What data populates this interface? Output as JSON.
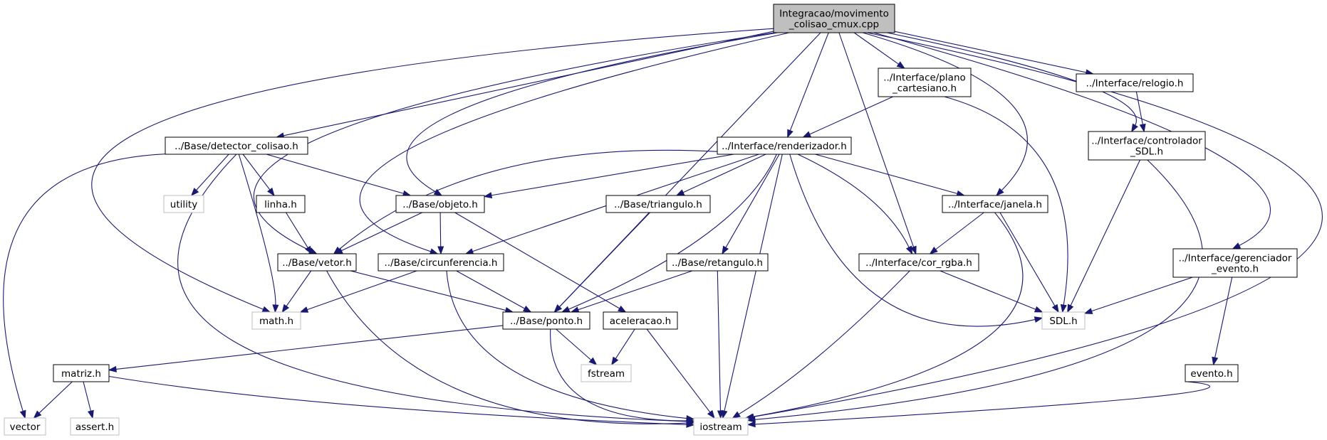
{
  "colors": {
    "edge": "#191970",
    "root_fill": "#bfbfbf",
    "root_stroke": "#000000",
    "node_stroke": "#000000",
    "system_stroke": "#bfbfbf",
    "text": "#000000"
  },
  "nodes": [
    {
      "id": "root",
      "lines": [
        "Integracao/movimento",
        "_colisao_cmux.cpp"
      ],
      "kind": "root"
    },
    {
      "id": "plano",
      "lines": [
        "../Interface/plano",
        "_cartesiano.h"
      ],
      "kind": "local"
    },
    {
      "id": "relogio",
      "lines": [
        "../Interface/relogio.h"
      ],
      "kind": "local"
    },
    {
      "id": "detector",
      "lines": [
        "../Base/detector_colisao.h"
      ],
      "kind": "local"
    },
    {
      "id": "renderizador",
      "lines": [
        "../Interface/renderizador.h"
      ],
      "kind": "local"
    },
    {
      "id": "controlador",
      "lines": [
        "../Interface/controlador",
        "_SDL.h"
      ],
      "kind": "local"
    },
    {
      "id": "utility",
      "lines": [
        "utility"
      ],
      "kind": "system"
    },
    {
      "id": "linha",
      "lines": [
        "linha.h"
      ],
      "kind": "local"
    },
    {
      "id": "objeto",
      "lines": [
        "../Base/objeto.h"
      ],
      "kind": "local"
    },
    {
      "id": "triangulo",
      "lines": [
        "../Base/triangulo.h"
      ],
      "kind": "local"
    },
    {
      "id": "janela",
      "lines": [
        "../Interface/janela.h"
      ],
      "kind": "local"
    },
    {
      "id": "vetor",
      "lines": [
        "../Base/vetor.h"
      ],
      "kind": "local"
    },
    {
      "id": "circunferencia",
      "lines": [
        "../Base/circunferencia.h"
      ],
      "kind": "local"
    },
    {
      "id": "retangulo",
      "lines": [
        "../Base/retangulo.h"
      ],
      "kind": "local"
    },
    {
      "id": "corrgba",
      "lines": [
        "../Interface/cor_rgba.h"
      ],
      "kind": "local"
    },
    {
      "id": "gerenciador",
      "lines": [
        "../Interface/gerenciador",
        "_evento.h"
      ],
      "kind": "local"
    },
    {
      "id": "math",
      "lines": [
        "math.h"
      ],
      "kind": "system"
    },
    {
      "id": "ponto",
      "lines": [
        "../Base/ponto.h"
      ],
      "kind": "local"
    },
    {
      "id": "aceleracao",
      "lines": [
        "aceleracao.h"
      ],
      "kind": "local"
    },
    {
      "id": "sdl",
      "lines": [
        "SDL.h"
      ],
      "kind": "system"
    },
    {
      "id": "matriz",
      "lines": [
        "matriz.h"
      ],
      "kind": "local"
    },
    {
      "id": "fstream",
      "lines": [
        "fstream"
      ],
      "kind": "system"
    },
    {
      "id": "evento",
      "lines": [
        "evento.h"
      ],
      "kind": "local"
    },
    {
      "id": "vector",
      "lines": [
        "vector"
      ],
      "kind": "system"
    },
    {
      "id": "assert",
      "lines": [
        "assert.h"
      ],
      "kind": "system"
    },
    {
      "id": "iostream",
      "lines": [
        "iostream"
      ],
      "kind": "system"
    }
  ],
  "edges": [
    [
      "root",
      "plano"
    ],
    [
      "root",
      "relogio"
    ],
    [
      "root",
      "detector"
    ],
    [
      "root",
      "renderizador"
    ],
    [
      "root",
      "controlador"
    ],
    [
      "root",
      "objeto"
    ],
    [
      "root",
      "janela"
    ],
    [
      "root",
      "vetor"
    ],
    [
      "root",
      "circunferencia"
    ],
    [
      "root",
      "corrgba"
    ],
    [
      "root",
      "gerenciador"
    ],
    [
      "root",
      "math"
    ],
    [
      "root",
      "ponto"
    ],
    [
      "root",
      "iostream"
    ],
    [
      "plano",
      "renderizador"
    ],
    [
      "plano",
      "sdl"
    ],
    [
      "relogio",
      "controlador"
    ],
    [
      "detector",
      "utility"
    ],
    [
      "detector",
      "linha"
    ],
    [
      "detector",
      "objeto"
    ],
    [
      "detector",
      "math"
    ],
    [
      "detector",
      "vector"
    ],
    [
      "detector",
      "iostream"
    ],
    [
      "renderizador",
      "objeto"
    ],
    [
      "renderizador",
      "triangulo"
    ],
    [
      "renderizador",
      "janela"
    ],
    [
      "renderizador",
      "vetor"
    ],
    [
      "renderizador",
      "circunferencia"
    ],
    [
      "renderizador",
      "retangulo"
    ],
    [
      "renderizador",
      "corrgba"
    ],
    [
      "renderizador",
      "ponto"
    ],
    [
      "renderizador",
      "sdl"
    ],
    [
      "renderizador",
      "iostream"
    ],
    [
      "controlador",
      "sdl"
    ],
    [
      "controlador",
      "iostream"
    ],
    [
      "linha",
      "vetor"
    ],
    [
      "objeto",
      "vetor"
    ],
    [
      "objeto",
      "circunferencia"
    ],
    [
      "objeto",
      "aceleracao"
    ],
    [
      "triangulo",
      "ponto"
    ],
    [
      "janela",
      "corrgba"
    ],
    [
      "janela",
      "sdl"
    ],
    [
      "janela",
      "iostream"
    ],
    [
      "vetor",
      "math"
    ],
    [
      "vetor",
      "ponto"
    ],
    [
      "vetor",
      "iostream"
    ],
    [
      "circunferencia",
      "math"
    ],
    [
      "circunferencia",
      "ponto"
    ],
    [
      "circunferencia",
      "iostream"
    ],
    [
      "retangulo",
      "ponto"
    ],
    [
      "retangulo",
      "iostream"
    ],
    [
      "corrgba",
      "sdl"
    ],
    [
      "corrgba",
      "iostream"
    ],
    [
      "gerenciador",
      "sdl"
    ],
    [
      "gerenciador",
      "evento"
    ],
    [
      "ponto",
      "matriz"
    ],
    [
      "ponto",
      "fstream"
    ],
    [
      "ponto",
      "iostream"
    ],
    [
      "aceleracao",
      "fstream"
    ],
    [
      "aceleracao",
      "iostream"
    ],
    [
      "matriz",
      "vector"
    ],
    [
      "matriz",
      "assert"
    ],
    [
      "matriz",
      "iostream"
    ],
    [
      "evento",
      "iostream"
    ]
  ]
}
